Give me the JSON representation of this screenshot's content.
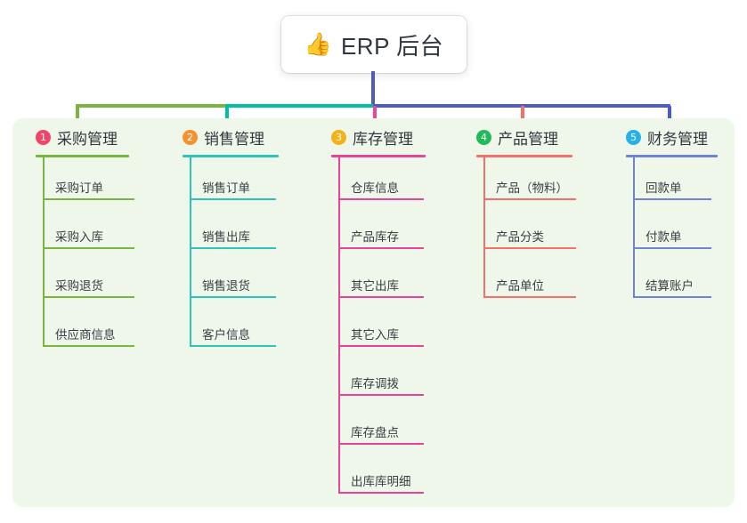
{
  "root": {
    "icon": "thumbs-up-icon",
    "emoji": "👍",
    "title": "ERP 后台"
  },
  "theme": {
    "panel_bg": "#eef7e9",
    "page_bg": "#ffffff",
    "root_stem": "#4e5bc4",
    "text": "#32373f"
  },
  "columns": [
    {
      "number": "1",
      "title": "采购管理",
      "badge_color": "#f2456a",
      "accent_color": "#79b63f",
      "head_rule_width": 105,
      "items": [
        {
          "label": "采购订单"
        },
        {
          "label": "采购入库"
        },
        {
          "label": "采购退货"
        },
        {
          "label": "供应商信息"
        }
      ]
    },
    {
      "number": "2",
      "title": "销售管理",
      "badge_color": "#f5922f",
      "accent_color": "#2ec4b6",
      "head_rule_width": 108,
      "items": [
        {
          "label": "销售订单"
        },
        {
          "label": "销售出库"
        },
        {
          "label": "销售退货"
        },
        {
          "label": "客户信息"
        }
      ]
    },
    {
      "number": "3",
      "title": "库存管理",
      "badge_color": "#f5b119",
      "accent_color": "#e8449a",
      "head_rule_width": 106,
      "items": [
        {
          "label": "仓库信息"
        },
        {
          "label": "产品库存"
        },
        {
          "label": "其它出库"
        },
        {
          "label": "其它入库"
        },
        {
          "label": "库存调拨"
        },
        {
          "label": "库存盘点"
        },
        {
          "label": "出库库明细"
        }
      ]
    },
    {
      "number": "4",
      "title": "产品管理",
      "badge_color": "#20ba5a",
      "accent_color": "#f4706a",
      "head_rule_width": 108,
      "items": [
        {
          "label": "产品（物料）"
        },
        {
          "label": "产品分类"
        },
        {
          "label": "产品单位"
        }
      ]
    },
    {
      "number": "5",
      "title": "财务管理",
      "badge_color": "#26b2e8",
      "accent_color": "#6f84d6",
      "head_rule_width": 103,
      "items": [
        {
          "label": "回款单"
        },
        {
          "label": "付款单"
        },
        {
          "label": "结算账户"
        }
      ]
    }
  ],
  "connectors": {
    "bar_segments": [
      {
        "name": "bar-green",
        "color": "#79b63f"
      },
      {
        "name": "bar-teal",
        "color": "#00bfa5"
      },
      {
        "name": "bar-blue",
        "color": "#4e5bc4"
      }
    ],
    "drops": [
      {
        "name": "drop-1",
        "color": "#79b63f"
      },
      {
        "name": "drop-2",
        "color": "#00bfa5"
      },
      {
        "name": "drop-3",
        "color": "#ec4899"
      },
      {
        "name": "drop-4",
        "color": "#f4706a"
      },
      {
        "name": "drop-5",
        "color": "#4e5bc4"
      }
    ]
  }
}
